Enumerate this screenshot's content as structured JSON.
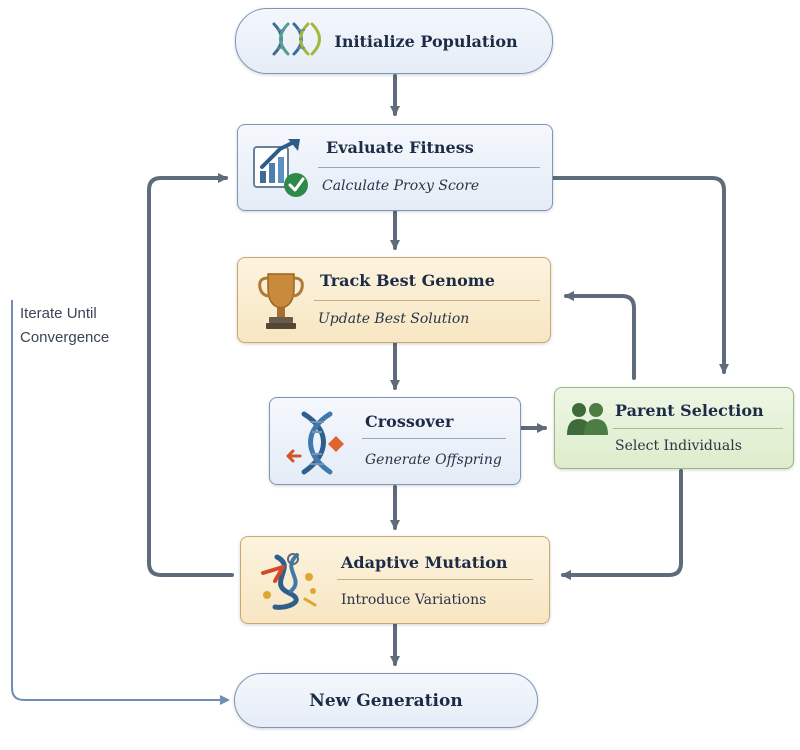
{
  "nodes": {
    "init": {
      "title": "Initialize Population",
      "icon": "dna-icon"
    },
    "fitness": {
      "title": "Evaluate Fitness",
      "subtitle": "Calculate Proxy Score",
      "icon": "growth-chart-check-icon"
    },
    "best": {
      "title": "Track Best Genome",
      "subtitle": "Update Best Solution",
      "icon": "trophy-icon"
    },
    "crossover": {
      "title": "Crossover",
      "subtitle": "Generate Offspring",
      "icon": "dna-swap-icon"
    },
    "parent": {
      "title": "Parent Selection",
      "subtitle": "Select Individuals",
      "icon": "people-icon"
    },
    "mutation": {
      "title": "Adaptive Mutation",
      "subtitle": "Introduce Variations",
      "icon": "molecule-mutation-icon"
    },
    "newgen": {
      "title": "New Generation"
    }
  },
  "side_label": {
    "line1": "Iterate Until",
    "line2": "Convergence"
  },
  "colors": {
    "arrow": "#5e6b7a",
    "loop_line": "#6f8db3",
    "box_blue": "#e4ecf7",
    "box_orange": "#f7e6c2",
    "box_green": "#ddedcc",
    "title_text": "#1d2c46"
  },
  "edges": [
    {
      "from": "Initialize Population",
      "to": "Evaluate Fitness"
    },
    {
      "from": "Evaluate Fitness",
      "to": "Track Best Genome"
    },
    {
      "from": "Evaluate Fitness",
      "to": "Parent Selection"
    },
    {
      "from": "Parent Selection",
      "to": "Track Best Genome"
    },
    {
      "from": "Track Best Genome",
      "to": "Crossover"
    },
    {
      "from": "Crossover",
      "to": "Parent Selection"
    },
    {
      "from": "Crossover",
      "to": "Adaptive Mutation"
    },
    {
      "from": "Parent Selection",
      "to": "Adaptive Mutation"
    },
    {
      "from": "Adaptive Mutation",
      "to": "Evaluate Fitness"
    },
    {
      "from": "Adaptive Mutation",
      "to": "New Generation"
    },
    {
      "from": "Iterate Until Convergence",
      "to": "New Generation"
    }
  ]
}
